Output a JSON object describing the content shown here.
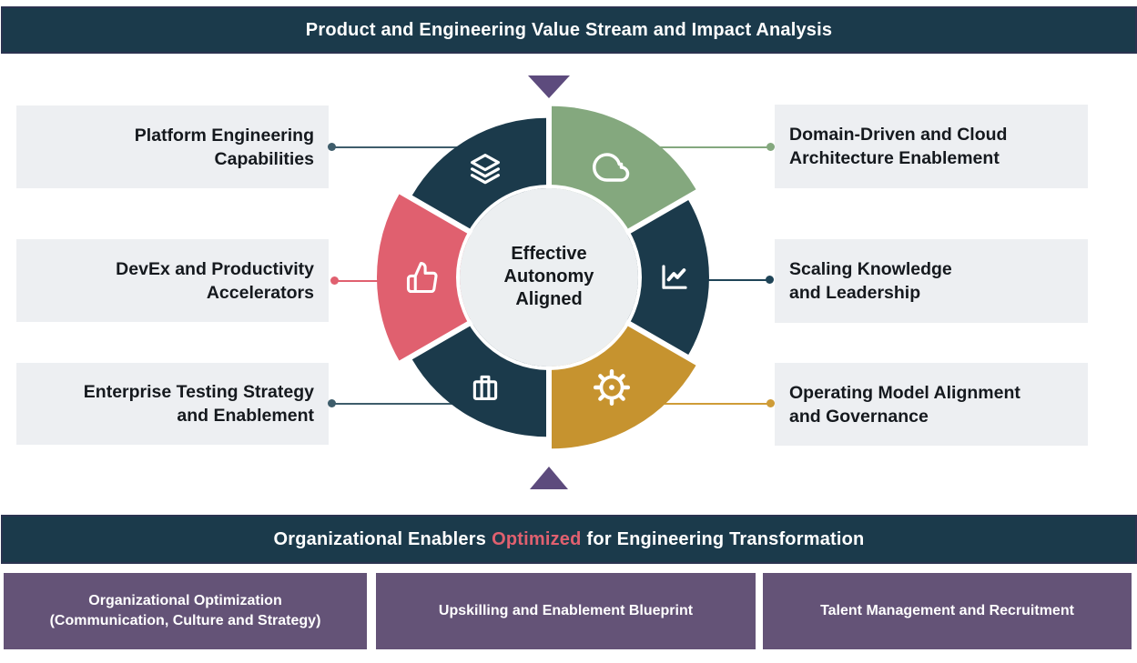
{
  "header": {
    "title": "Product and Engineering Value Stream and Impact Analysis"
  },
  "colors": {
    "teal": "#1b3a4b",
    "navy_border": "#2a3350",
    "green": "#84a87e",
    "pink": "#e0606f",
    "gold": "#c6932f",
    "gold_line": "#cf9c37",
    "teal_line": "#3e5d6b",
    "dark_teal_line": "#1f4457",
    "purple_box": "#645377",
    "triangle": "#5d4b7d",
    "card_bg": "#edeff2",
    "center_bg": "#eceff1"
  },
  "wheel": {
    "center_label_lines": [
      "Effective",
      "Autonomy",
      "Aligned"
    ],
    "segments": [
      {
        "name": "domain-cloud-architecture",
        "icon": "cloud-icon",
        "color": "#84a87e"
      },
      {
        "name": "scaling-knowledge",
        "icon": "chart-icon",
        "color": "#1b3a4b"
      },
      {
        "name": "operating-model",
        "icon": "gear-icon",
        "color": "#c6932f"
      },
      {
        "name": "enterprise-testing",
        "icon": "briefcase-icon",
        "color": "#1b3a4b"
      },
      {
        "name": "devex-productivity",
        "icon": "thumbs-up-icon",
        "color": "#e0606f"
      },
      {
        "name": "platform-engineering",
        "icon": "layers-icon",
        "color": "#1b3a4b"
      }
    ]
  },
  "labels": {
    "left": [
      {
        "lines": [
          "Platform Engineering",
          "Capabilities"
        ]
      },
      {
        "lines": [
          "DevEx and Productivity",
          "Accelerators"
        ]
      },
      {
        "lines": [
          "Enterprise Testing Strategy",
          "and Enablement"
        ]
      }
    ],
    "right": [
      {
        "lines": [
          "Domain-Driven and Cloud",
          "Architecture Enablement"
        ]
      },
      {
        "lines": [
          "Scaling Knowledge",
          "and Leadership"
        ]
      },
      {
        "lines": [
          "Operating Model Alignment",
          "and Governance"
        ]
      }
    ]
  },
  "connectors": {
    "left": [
      {
        "color": "#3e5d6b"
      },
      {
        "color": "#e0606f"
      },
      {
        "color": "#3e5d6b"
      }
    ],
    "right": [
      {
        "color": "#84a87e"
      },
      {
        "color": "#1f4457"
      },
      {
        "color": "#cf9c37"
      }
    ]
  },
  "footer": {
    "bar": {
      "prefix": "Organizational Enablers",
      "highlight": "Optimized",
      "suffix": "for Engineering Transformation"
    },
    "boxes": [
      {
        "lines": [
          "Organizational Optimization",
          "(Communication, Culture and Strategy)"
        ]
      },
      {
        "lines": [
          "Upskilling and Enablement Blueprint"
        ]
      },
      {
        "lines": [
          "Talent Management and Recruitment"
        ]
      }
    ]
  }
}
